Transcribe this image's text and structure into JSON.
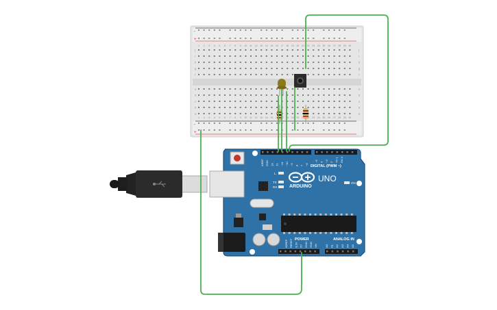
{
  "circuit": {
    "board": {
      "brand": "ARDUINO",
      "model": "UNO",
      "header_digital": "DIGITAL (PWM ~)",
      "header_power": "POWER",
      "header_analog": "ANALOG IN",
      "led_on_label": "ON",
      "led_l_label": "L",
      "led_tx_label": "TX",
      "led_rx_label": "RX",
      "pin_labels_digital": [
        "AREF",
        "GND",
        "13",
        "12",
        "~11",
        "~10",
        "~9",
        "8",
        "7",
        "~6",
        "~5",
        "4",
        "~3",
        "2",
        "TX 1",
        "RX 0"
      ],
      "pin_labels_power": [
        "IOREF",
        "RESET",
        "3.3V",
        "5V",
        "GND",
        "GND",
        "Vin"
      ],
      "pin_labels_analog": [
        "A0",
        "A1",
        "A2",
        "A3",
        "A4",
        "A5"
      ]
    },
    "breadboard": {
      "row_letters_top": [
        "j",
        "i",
        "h",
        "g",
        "f"
      ],
      "row_letters_bottom": [
        "e",
        "d",
        "c",
        "b",
        "a"
      ],
      "column_numbers": [
        "1",
        "2",
        "3",
        "4",
        "5",
        "6",
        "7",
        "8",
        "9",
        "10",
        "11",
        "12",
        "13",
        "14",
        "15",
        "16",
        "17",
        "18",
        "19",
        "20",
        "21",
        "22",
        "23",
        "24",
        "25",
        "26",
        "27",
        "28",
        "29",
        "30"
      ],
      "rail_plus": "+",
      "rail_minus": "-"
    },
    "colors": {
      "board": "#2c6ea3",
      "board_dark": "#1e4f7a",
      "wire": "#4caf50",
      "led": "#8a7a1a",
      "breadboard": "#e4e4e4",
      "rail_red": "#d9534f",
      "usb_cable": "#2b2b2b"
    }
  }
}
